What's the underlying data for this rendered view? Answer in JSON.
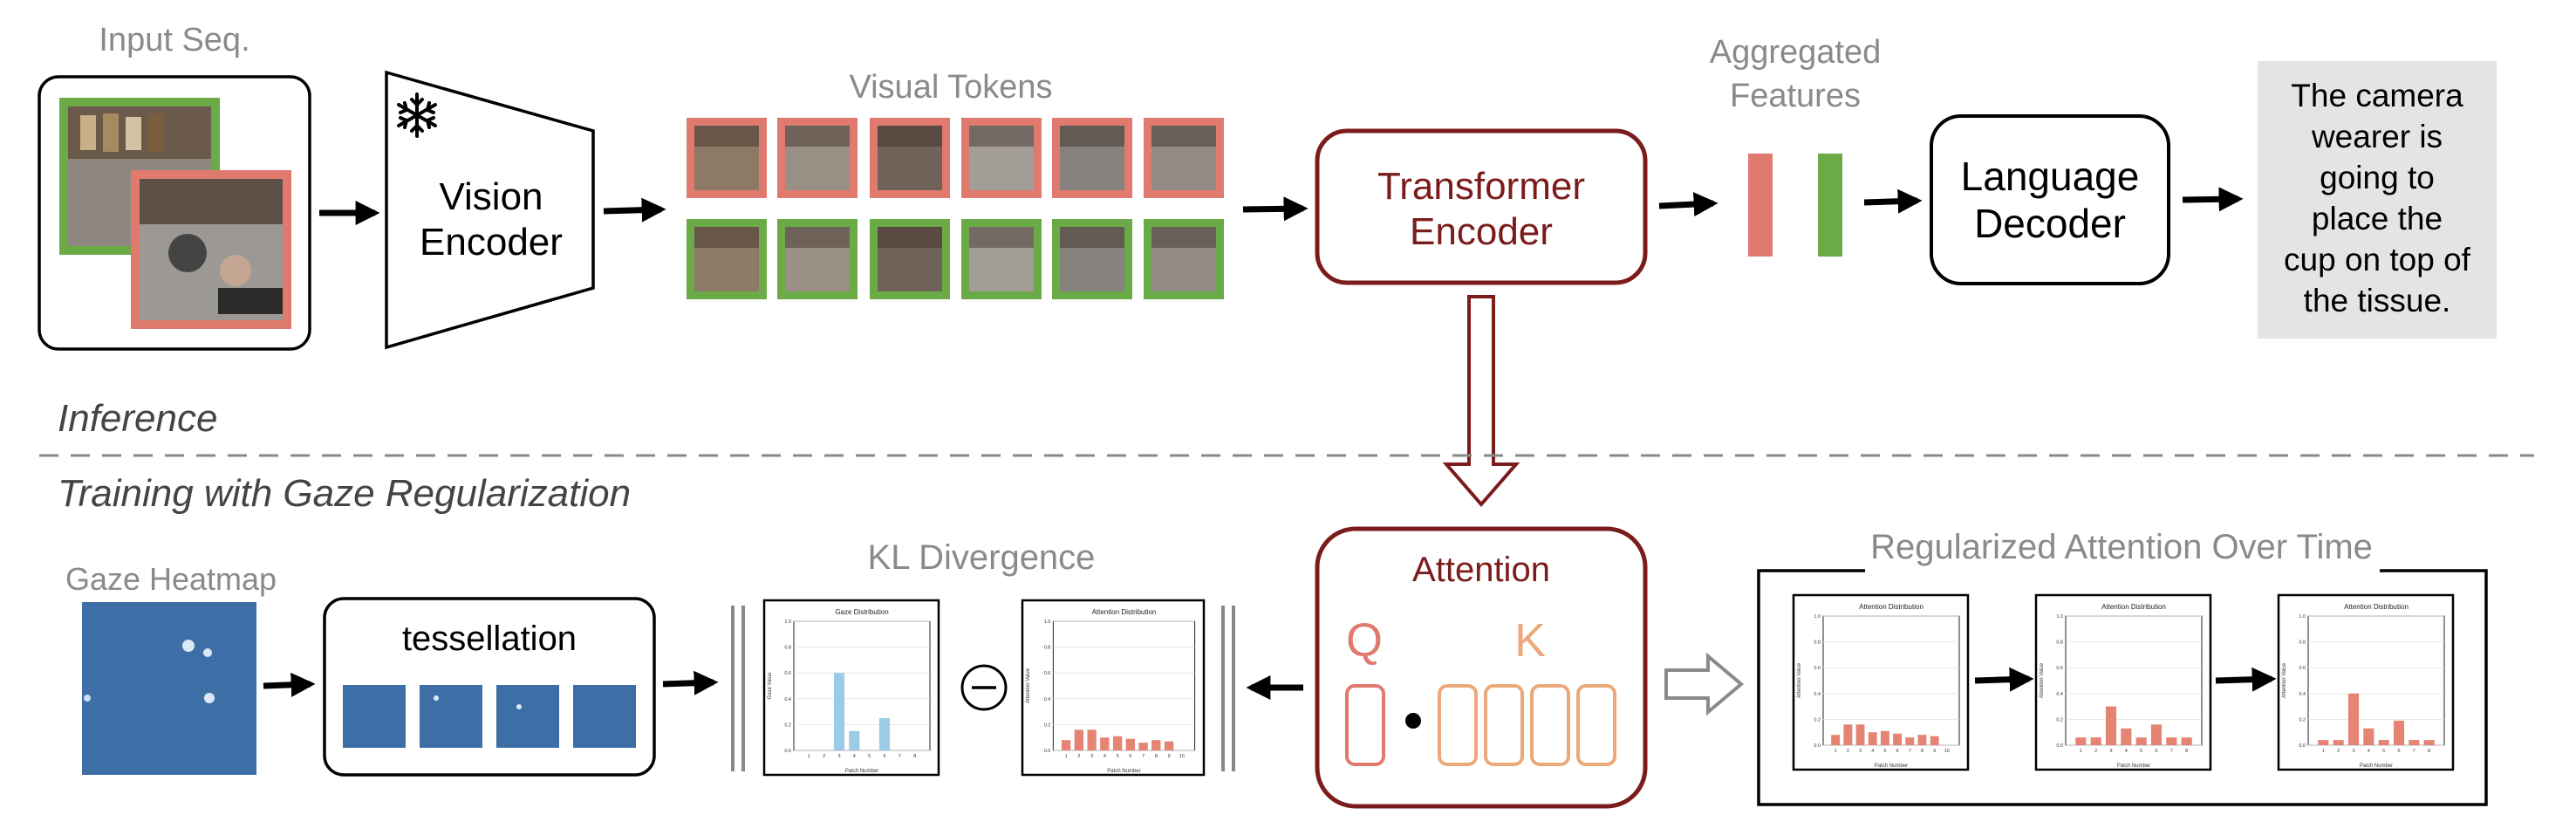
{
  "top": {
    "input_seq_label": "Input Seq.",
    "vision_encoder": [
      "Vision",
      "Encoder"
    ],
    "visual_tokens_label": "Visual Tokens",
    "transformer_encoder": [
      "Transformer",
      "Encoder"
    ],
    "aggregated_features": [
      "Aggregated",
      "Features"
    ],
    "language_decoder": [
      "Language",
      "Decoder"
    ],
    "output_text": [
      "The camera",
      "wearer is",
      "going to",
      "place the",
      "cup on top of",
      "the tissue."
    ]
  },
  "divider": {
    "inference_label": "Inference",
    "training_label": "Training with Gaze Regularization"
  },
  "bottom": {
    "gaze_heatmap_label": "Gaze Heatmap",
    "tessellation_label": "tessellation",
    "kl_divergence_label": "KL Divergence",
    "attention_label": "Attention",
    "q_label": "Q",
    "k_label": "K",
    "regularized_label": "Regularized Attention Over Time"
  },
  "mini_charts": {
    "gaze": {
      "title": "Gaze Distribution",
      "xlabel": "Patch Number",
      "ylabel": "Gaze Value",
      "ylim": [
        0,
        1.0
      ],
      "yticks": [
        "0.0",
        "0.2",
        "0.4",
        "0.6",
        "0.8",
        "1.0"
      ],
      "categories": [
        "1",
        "2",
        "3",
        "4",
        "5",
        "6",
        "7",
        "8"
      ],
      "values": [
        0,
        0,
        0.6,
        0.15,
        0,
        0.25,
        0,
        0
      ]
    },
    "attention": {
      "title": "Attention Distribution",
      "xlabel": "Patch Number",
      "ylabel": "Attention Value",
      "ylim": [
        0,
        1.0
      ],
      "yticks": [
        "0.0",
        "0.2",
        "0.4",
        "0.6",
        "0.8",
        "1.0"
      ],
      "categories": [
        "1",
        "2",
        "3",
        "4",
        "5",
        "6",
        "7",
        "8",
        "9",
        "10"
      ],
      "values": [
        0.08,
        0.16,
        0.16,
        0.1,
        0.11,
        0.09,
        0.06,
        0.08,
        0.07,
        0
      ]
    },
    "time1": {
      "title": "Attention Distribution",
      "xlabel": "Patch Number",
      "ylabel": "Attention Value",
      "ylim": [
        0,
        1.0
      ],
      "yticks": [
        "0.0",
        "0.2",
        "0.4",
        "0.6",
        "0.8",
        "1.0"
      ],
      "categories": [
        "1",
        "2",
        "3",
        "4",
        "5",
        "6",
        "7",
        "8",
        "9",
        "10"
      ],
      "values": [
        0.08,
        0.16,
        0.16,
        0.1,
        0.11,
        0.09,
        0.06,
        0.08,
        0.07,
        0
      ]
    },
    "time2": {
      "title": "Attention Distribution",
      "xlabel": "Patch Number",
      "ylabel": "Attention Value",
      "ylim": [
        0,
        1.0
      ],
      "yticks": [
        "0.0",
        "0.2",
        "0.4",
        "0.6",
        "0.8",
        "1.0"
      ],
      "categories": [
        "1",
        "2",
        "3",
        "4",
        "5",
        "6",
        "7",
        "8"
      ],
      "values": [
        0.06,
        0.06,
        0.3,
        0.13,
        0.06,
        0.16,
        0.06,
        0.06
      ]
    },
    "time3": {
      "title": "Attention Distribution",
      "xlabel": "Patch Number",
      "ylabel": "Attention Value",
      "ylim": [
        0,
        1.0
      ],
      "yticks": [
        "0.0",
        "0.2",
        "0.4",
        "0.6",
        "0.8",
        "1.0"
      ],
      "categories": [
        "1",
        "2",
        "3",
        "4",
        "5",
        "6",
        "7",
        "8"
      ],
      "values": [
        0.04,
        0.04,
        0.4,
        0.13,
        0.04,
        0.19,
        0.04,
        0.04
      ]
    }
  },
  "colors": {
    "red_frame": "#e07a6e",
    "green_frame": "#6aaa47",
    "dark_red": "#7b1c1c",
    "orange": "#eba97b",
    "gray_text": "#8a8a8a",
    "gray_box": "#e4e4e4",
    "heatmap_blue": "#3e6ea6",
    "gaze_bar": "#9ccbe8",
    "attn_bar": "#e58472"
  }
}
